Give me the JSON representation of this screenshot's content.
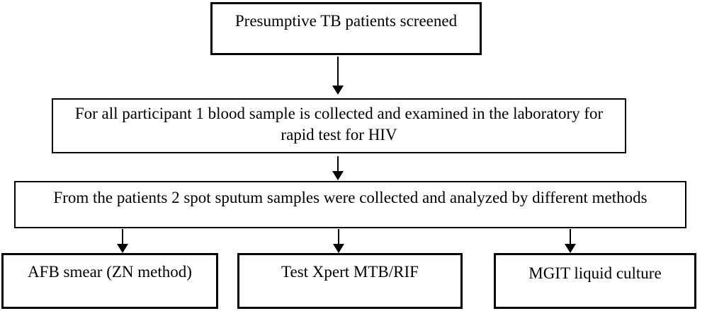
{
  "diagram": {
    "type": "flowchart",
    "colors": {
      "line": "#000000",
      "background": "#ffffff",
      "text": "#000000"
    },
    "nodes": [
      {
        "id": "screened",
        "label": "Presumptive TB patients screened"
      },
      {
        "id": "blood",
        "label": "For all participant 1 blood sample is collected and examined in the laboratory for rapid test for HIV"
      },
      {
        "id": "sputum",
        "label": "From the patients 2 spot sputum samples were collected and analyzed by different methods"
      },
      {
        "id": "afb",
        "label": "AFB smear (ZN method)"
      },
      {
        "id": "xpert",
        "label": "Test Xpert MTB/RIF"
      },
      {
        "id": "mgit",
        "label": "MGIT liquid culture"
      }
    ],
    "edges": [
      {
        "from": "screened",
        "to": "blood"
      },
      {
        "from": "blood",
        "to": "sputum"
      },
      {
        "from": "sputum",
        "to": "afb"
      },
      {
        "from": "sputum",
        "to": "xpert"
      },
      {
        "from": "sputum",
        "to": "mgit"
      }
    ]
  }
}
